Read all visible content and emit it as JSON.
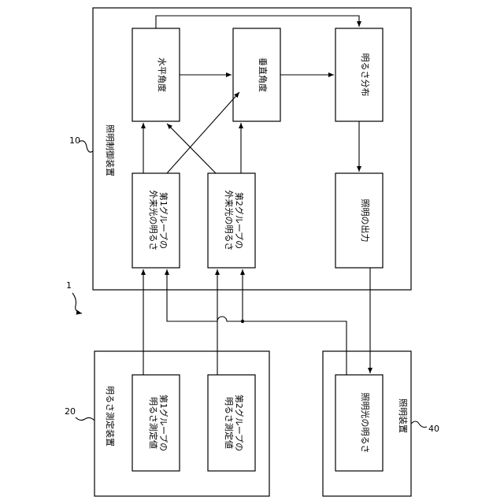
{
  "system_ref": "1",
  "control_device": {
    "ref": "10",
    "title": "照明制御装置",
    "blocks": {
      "horizontal_angle": "水平角度",
      "vertical_angle": "垂直角度",
      "brightness_distribution": "明るさ分布",
      "group1_ambient": [
        "第1グループの",
        "外来光の明るさ"
      ],
      "group2_ambient": [
        "第2グループの",
        "外来光の明るさ"
      ],
      "lighting_output": "照明の出力"
    }
  },
  "measuring_device": {
    "ref": "20",
    "title": "明るさ測定装置",
    "blocks": {
      "group1_measured": [
        "第1グループの",
        "明るさ測定値"
      ],
      "group2_measured": [
        "第2グループの",
        "明るさ測定値"
      ]
    }
  },
  "lighting_device": {
    "ref": "40",
    "title": "照明装置",
    "blocks": {
      "light_brightness": "照明光の明るさ"
    }
  }
}
